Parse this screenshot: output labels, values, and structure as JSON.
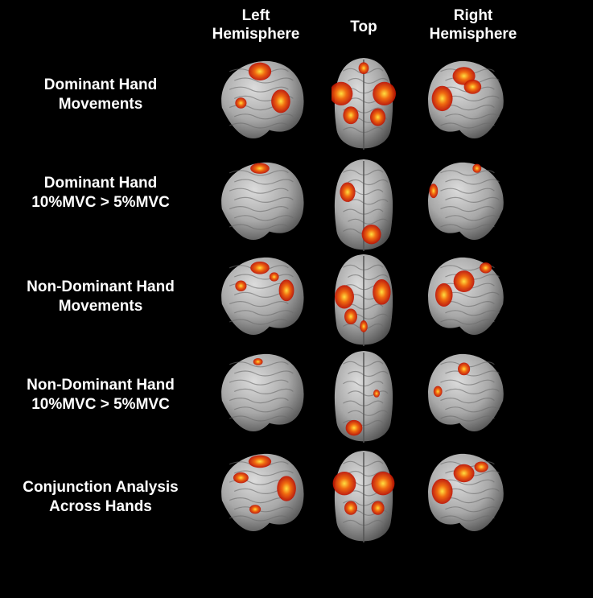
{
  "columns": [
    {
      "id": "left",
      "line1": "Left",
      "line2": "Hemisphere"
    },
    {
      "id": "top",
      "line1": "Top",
      "line2": ""
    },
    {
      "id": "right",
      "line1": "Right",
      "line2": "Hemisphere"
    }
  ],
  "rows": [
    {
      "line1": "Dominant Hand",
      "line2": "Movements"
    },
    {
      "line1": "Dominant Hand",
      "line2": "10%MVC > 5%MVC"
    },
    {
      "line1": "Non-Dominant Hand",
      "line2": "Movements"
    },
    {
      "line1": "Non-Dominant Hand",
      "line2": "10%MVC > 5%MVC"
    },
    {
      "line1": "Conjunction Analysis",
      "line2": "Across Hands"
    }
  ],
  "colors": {
    "background": "#000000",
    "text": "#ffffff",
    "brain_surface": "#a8a8a8",
    "activation_outer": "#d01808",
    "activation_mid": "#f06a10",
    "activation_inner": "#ffe040"
  }
}
